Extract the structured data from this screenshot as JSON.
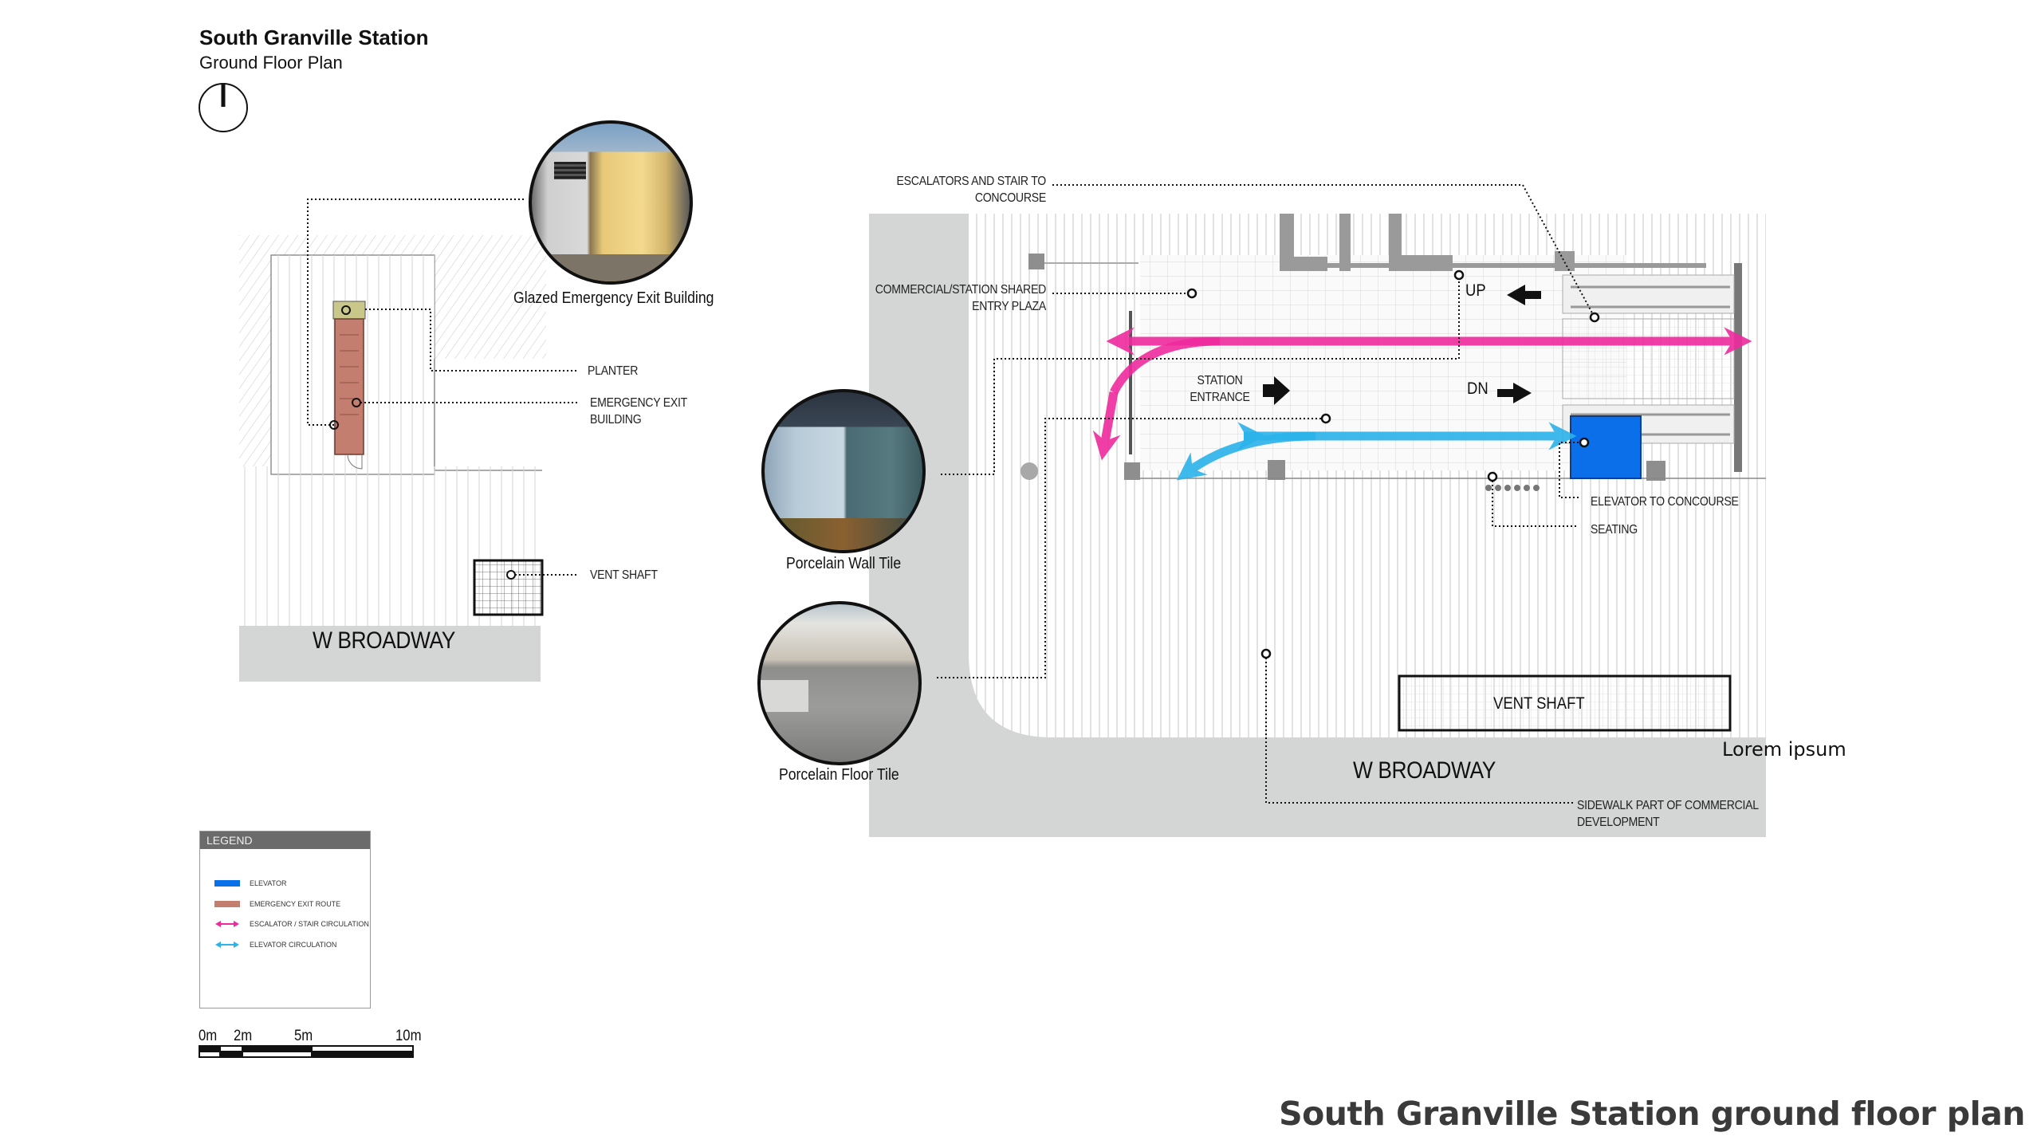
{
  "header": {
    "title": "South Granville Station",
    "subtitle": "Ground Floor Plan",
    "north_arrow_icon": "north-arrow-icon"
  },
  "left_plan": {
    "photo_caption": "Glazed Emergency Exit Building",
    "callouts": {
      "planter": "PLANTER",
      "emergency_exit_line1": "EMERGENCY EXIT",
      "emergency_exit_line2": "BUILDING",
      "vent_shaft": "VENT SHAFT"
    },
    "street": "W BROADWAY"
  },
  "right_plan": {
    "callouts": {
      "escalators_line1": "ESCALATORS AND STAIR TO",
      "escalators_line2": "CONCOURSE",
      "plaza_line1": "COMMERCIAL/STATION SHARED",
      "plaza_line2": "ENTRY PLAZA",
      "station_entrance_line1": "STATION",
      "station_entrance_line2": "ENTRANCE",
      "up": "UP",
      "dn": "DN",
      "elevator_to_concourse": "ELEVATOR TO CONCOURSE",
      "seating": "SEATING",
      "vent_shaft": "VENT SHAFT",
      "sidewalk_line1": "SIDEWALK PART OF COMMERCIAL",
      "sidewalk_line2": "DEVELOPMENT"
    },
    "street": "W BROADWAY",
    "photos": [
      {
        "caption": "Porcelain Wall Tile"
      },
      {
        "caption": "Porcelain Floor Tile"
      }
    ],
    "note": "Lorem ipsum"
  },
  "legend": {
    "title": "LEGEND",
    "items": [
      {
        "label": "ELEVATOR",
        "kind": "swatch",
        "color": "#0a6fe8"
      },
      {
        "label": "EMERGENCY EXIT ROUTE",
        "kind": "swatch",
        "color": "#c47e70"
      },
      {
        "label": "ESCALATOR / STAIR CIRCULATION",
        "kind": "arrow",
        "color": "#ee2a9c"
      },
      {
        "label": "ELEVATOR CIRCULATION",
        "kind": "arrow",
        "color": "#2bb3ea"
      }
    ]
  },
  "scale_bar": {
    "labels": [
      "0m",
      "2m",
      "5m",
      "10m"
    ]
  },
  "colors": {
    "elevator": "#0a6fe8",
    "emergency_exit": "#c47e70",
    "escalator_circulation": "#ee2a9c",
    "elevator_circulation": "#2bb3ea",
    "road": "#d4d5d5"
  },
  "footer": {
    "title": "South Granville Station ground floor plan"
  }
}
